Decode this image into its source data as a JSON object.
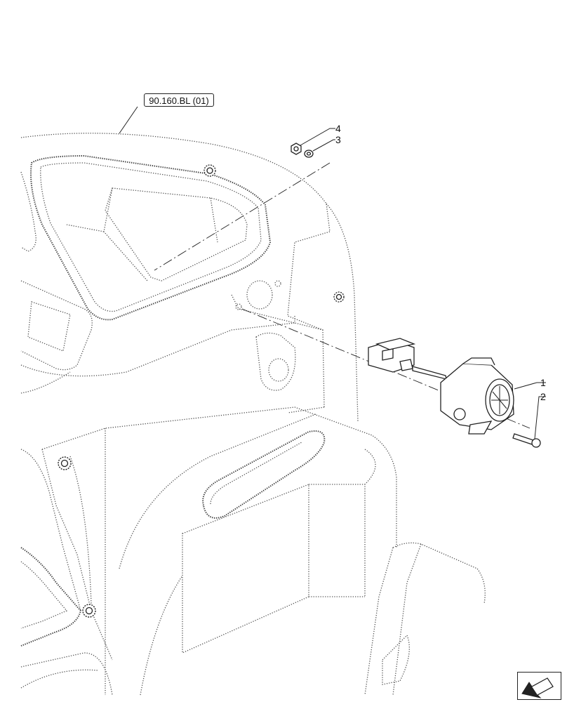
{
  "reference": {
    "label": "90.160.BL (01)"
  },
  "callouts": [
    {
      "id": "1",
      "label": "1"
    },
    {
      "id": "2",
      "label": "2"
    },
    {
      "id": "3",
      "label": "3"
    },
    {
      "id": "4",
      "label": "4"
    }
  ],
  "navigation": {
    "icon": "back-arrow-icon"
  }
}
